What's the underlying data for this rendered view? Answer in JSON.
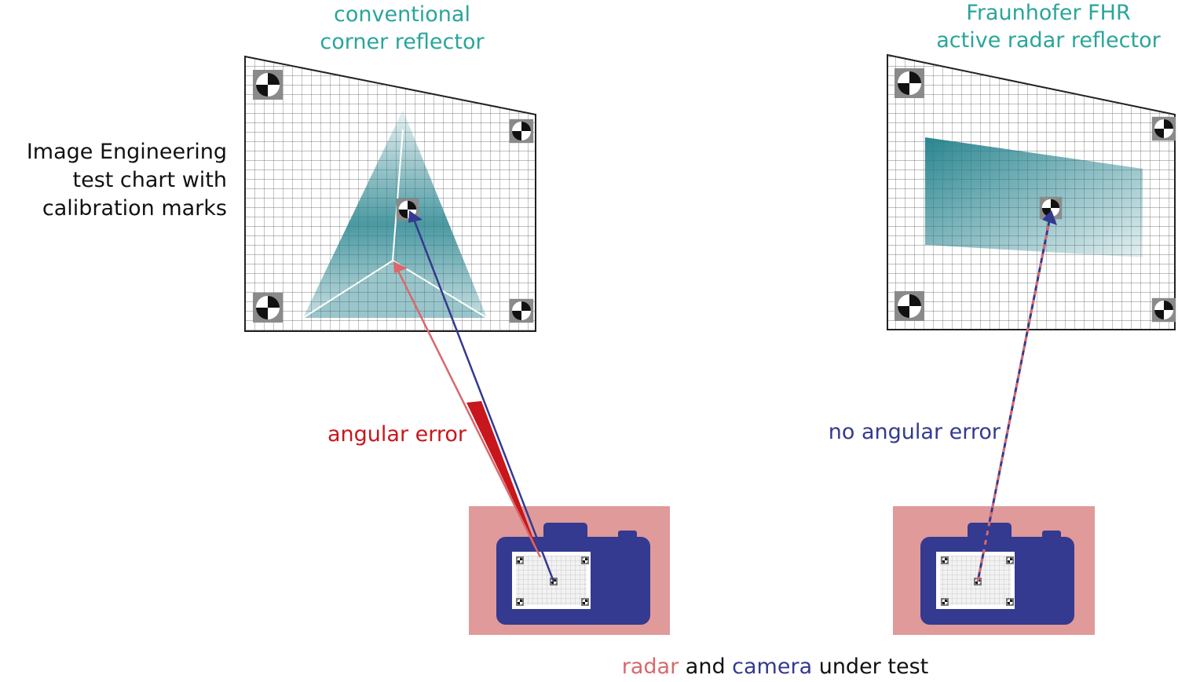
{
  "labels": {
    "left_title_line1": "conventional",
    "left_title_line2": "corner reflector",
    "right_title_line1": "Fraunhofer FHR",
    "right_title_line2": "active radar reflector",
    "chart_label_line1": "Image Engineering",
    "chart_label_line2": "test chart with",
    "chart_label_line3": "calibration marks",
    "angular_error": "angular error",
    "no_angular_error": "no angular error",
    "caption_radar": "radar",
    "caption_and": " and ",
    "caption_camera": "camera",
    "caption_under_test": " under test"
  },
  "colors": {
    "title_teal": "#2aa59a",
    "radar_pink": "#d9686b",
    "camera_navy": "#343a8f",
    "error_red": "#c8161d",
    "reflector_teal": "#1f7f8a",
    "radar_box": "#e09a9a"
  }
}
